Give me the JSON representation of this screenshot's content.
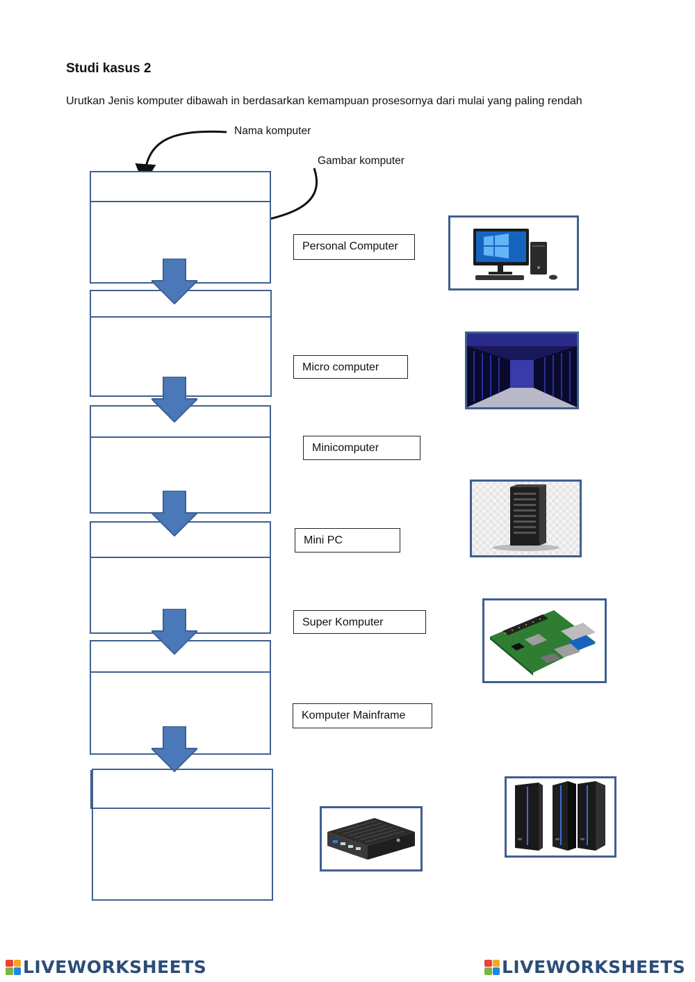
{
  "heading": "Studi kasus 2",
  "instruction": "Urutkan Jenis komputer dibawah in berdasarkan kemampuan prosesornya dari mulai yang paling rendah",
  "callouts": {
    "name": "Nama komputer",
    "image": "Gambar komputer"
  },
  "labels": [
    "Personal Computer",
    "Micro computer",
    "Minicomputer",
    "Mini PC",
    "Super Komputer",
    "Komputer Mainframe"
  ],
  "images": [
    "desktop-pc-icon",
    "supercomputer-datacenter-icon",
    "server-tower-icon",
    "raspberry-pi-board-icon",
    "mini-pc-box-icon",
    "mainframe-racks-icon"
  ],
  "footer": {
    "brand": "LIVEWORKSHEETS",
    "colors": [
      "#e9423a",
      "#f5a623",
      "#7cb342",
      "#1e88e5"
    ]
  }
}
